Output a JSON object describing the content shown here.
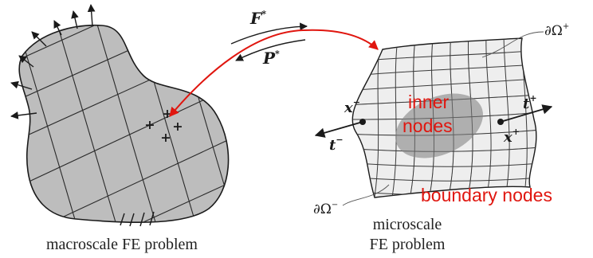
{
  "labels": {
    "F_star": {
      "base": "F",
      "sup": "*"
    },
    "P_star": {
      "base": "P",
      "sup": "*"
    },
    "x_minus": {
      "base": "x",
      "sup": "−"
    },
    "t_minus": {
      "base": "t",
      "sup": "−"
    },
    "t_plus": {
      "base": "t",
      "sup": "+"
    },
    "x_plus": {
      "base": "x",
      "sup": "+"
    },
    "omega_plus": {
      "base": "∂Ω",
      "sup": "+"
    },
    "omega_minus": {
      "base": "∂Ω",
      "sup": "−"
    },
    "inner_nodes_line1": "inner",
    "inner_nodes_line2": "nodes",
    "boundary_nodes": "boundary nodes",
    "macro_caption": "macroscale FE problem",
    "micro_caption_line1": "microscale",
    "micro_caption_line2": "FE problem",
    "plus_marker": "+"
  },
  "colors": {
    "red_annotation": "#e0160f",
    "body_fill": "#bdbdbd",
    "rve_fill": "#eeeeee",
    "inclusion_fill": "#9a9a9a",
    "line": "#1a1a1a"
  }
}
